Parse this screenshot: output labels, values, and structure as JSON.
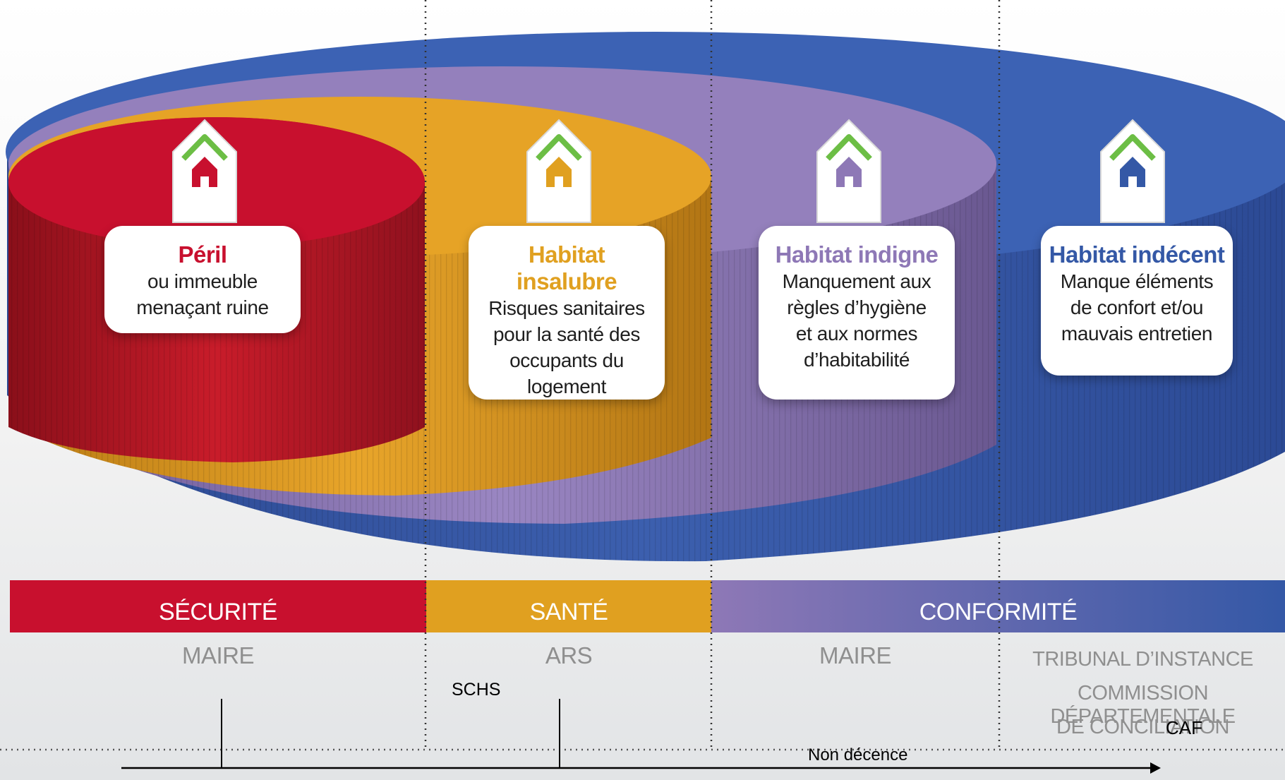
{
  "colors": {
    "securite": "#c8102e",
    "sante": "#e0a020",
    "conformite_start": "#8e78b6",
    "conformite_end": "#3458a6",
    "indigne": "#8e78b6",
    "indecent": "#3458a6",
    "roof": "#6cbe45"
  },
  "categories": [
    {
      "title": "Péril",
      "desc": [
        "ou immeuble",
        "menaçant ruine"
      ],
      "color": "#c8102e",
      "icon": "house-icon"
    },
    {
      "title": "Habitat insalubre",
      "desc": [
        "Risques sanitaires",
        "pour la santé des",
        "occupants du",
        "logement"
      ],
      "color": "#e0a020",
      "icon": "house-icon"
    },
    {
      "title": "Habitat indigne",
      "desc": [
        "Manquement aux",
        "règles d’hygiène",
        "et aux normes",
        "d’habitabilité"
      ],
      "color": "#8e78b6",
      "icon": "house-icon"
    },
    {
      "title": "Habitat indécent",
      "desc": [
        "Manque éléments",
        "de confort et/ou",
        "mauvais entretien"
      ],
      "color": "#3458a6",
      "icon": "house-icon"
    }
  ],
  "bands": {
    "securite": "SÉCURITÉ",
    "sante": "SANTÉ",
    "conformite": "CONFORMITÉ"
  },
  "authorities": {
    "col1": "MAIRE",
    "col2": "ARS",
    "col3": "MAIRE",
    "col4_line1": "TRIBUNAL D’INSTANCE",
    "col4_line2": "COMMISSION DÉPARTEMENTALE",
    "col4_line3": "DE CONCILIATION"
  },
  "annotations": {
    "schs": "SCHS",
    "caf": "CAF",
    "non_decence": "Non décence"
  }
}
